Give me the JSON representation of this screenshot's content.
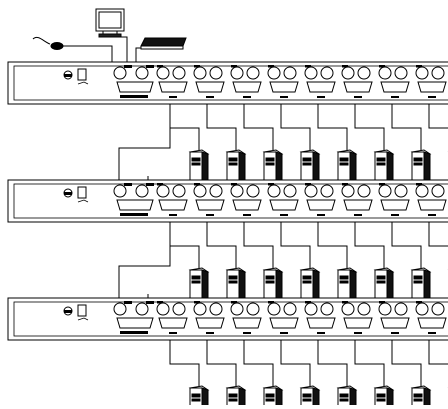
{
  "diagram": {
    "description_title": "",
    "devices": {
      "console": [
        "mouse-icon",
        "monitor-icon",
        "keyboard-icon"
      ],
      "switch_units": 3,
      "computer_ports_per_unit": 8,
      "computer_icon": "computer-tower-icon",
      "cascade_links": 2
    },
    "colors": {
      "line": "#000000",
      "background": "#ffffff",
      "unit_fill": "#ffffff",
      "accent_fill": "#111111"
    }
  }
}
